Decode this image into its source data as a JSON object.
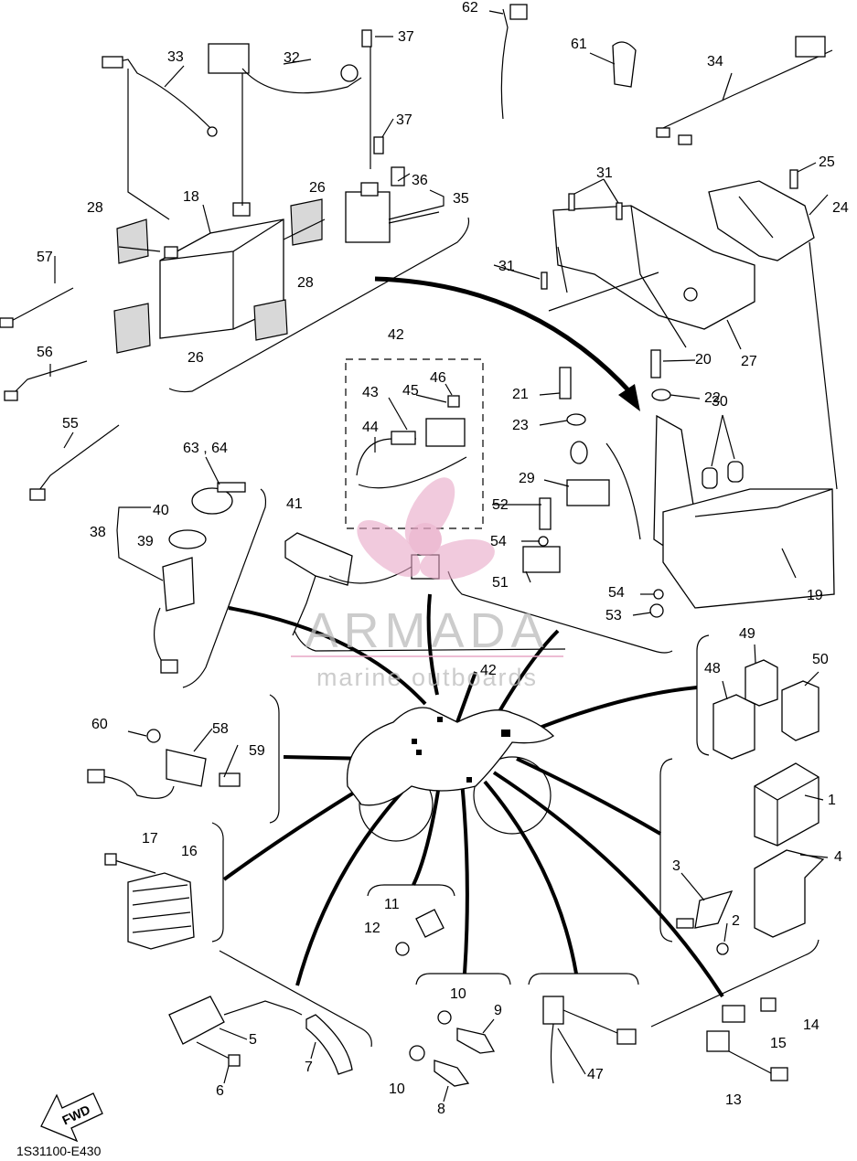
{
  "diagram_code": "1S31100-E430",
  "fwd_label": "FWD",
  "watermark": {
    "brand": "ARMADA",
    "tagline": "marine outboards",
    "accent_color": "#e7a6c5"
  },
  "callouts": [
    {
      "id": "c1",
      "label": "1"
    },
    {
      "id": "c2",
      "label": "2"
    },
    {
      "id": "c3",
      "label": "3"
    },
    {
      "id": "c4",
      "label": "4"
    },
    {
      "id": "c5",
      "label": "5"
    },
    {
      "id": "c6",
      "label": "6"
    },
    {
      "id": "c7",
      "label": "7"
    },
    {
      "id": "c8",
      "label": "8"
    },
    {
      "id": "c9",
      "label": "9"
    },
    {
      "id": "c10a",
      "label": "10"
    },
    {
      "id": "c10b",
      "label": "10"
    },
    {
      "id": "c11",
      "label": "11"
    },
    {
      "id": "c12",
      "label": "12"
    },
    {
      "id": "c13",
      "label": "13"
    },
    {
      "id": "c14",
      "label": "14"
    },
    {
      "id": "c15",
      "label": "15"
    },
    {
      "id": "c16",
      "label": "16"
    },
    {
      "id": "c17",
      "label": "17"
    },
    {
      "id": "c18",
      "label": "18"
    },
    {
      "id": "c19",
      "label": "19"
    },
    {
      "id": "c20",
      "label": "20"
    },
    {
      "id": "c21",
      "label": "21"
    },
    {
      "id": "c22",
      "label": "22"
    },
    {
      "id": "c23",
      "label": "23"
    },
    {
      "id": "c24",
      "label": "24"
    },
    {
      "id": "c25",
      "label": "25"
    },
    {
      "id": "c26a",
      "label": "26"
    },
    {
      "id": "c26b",
      "label": "26"
    },
    {
      "id": "c27",
      "label": "27"
    },
    {
      "id": "c28a",
      "label": "28"
    },
    {
      "id": "c28b",
      "label": "28"
    },
    {
      "id": "c29",
      "label": "29"
    },
    {
      "id": "c30",
      "label": "30"
    },
    {
      "id": "c31a",
      "label": "31"
    },
    {
      "id": "c31b",
      "label": "31"
    },
    {
      "id": "c32",
      "label": "32"
    },
    {
      "id": "c33",
      "label": "33"
    },
    {
      "id": "c34",
      "label": "34"
    },
    {
      "id": "c35",
      "label": "35"
    },
    {
      "id": "c36",
      "label": "36"
    },
    {
      "id": "c37a",
      "label": "37"
    },
    {
      "id": "c37b",
      "label": "37"
    },
    {
      "id": "c38",
      "label": "38"
    },
    {
      "id": "c39",
      "label": "39"
    },
    {
      "id": "c40",
      "label": "40"
    },
    {
      "id": "c41",
      "label": "41"
    },
    {
      "id": "c42a",
      "label": "42"
    },
    {
      "id": "c42b",
      "label": "42"
    },
    {
      "id": "c43",
      "label": "43"
    },
    {
      "id": "c44",
      "label": "44"
    },
    {
      "id": "c45",
      "label": "45"
    },
    {
      "id": "c46",
      "label": "46"
    },
    {
      "id": "c47",
      "label": "47"
    },
    {
      "id": "c48",
      "label": "48"
    },
    {
      "id": "c49",
      "label": "49"
    },
    {
      "id": "c50",
      "label": "50"
    },
    {
      "id": "c51",
      "label": "51"
    },
    {
      "id": "c52",
      "label": "52"
    },
    {
      "id": "c53",
      "label": "53"
    },
    {
      "id": "c54a",
      "label": "54"
    },
    {
      "id": "c54b",
      "label": "54"
    },
    {
      "id": "c55",
      "label": "55"
    },
    {
      "id": "c56",
      "label": "56"
    },
    {
      "id": "c57",
      "label": "57"
    },
    {
      "id": "c58",
      "label": "58"
    },
    {
      "id": "c59",
      "label": "59"
    },
    {
      "id": "c60",
      "label": "60"
    },
    {
      "id": "c61",
      "label": "61"
    },
    {
      "id": "c62",
      "label": "62"
    },
    {
      "id": "c6364",
      "label": "63 , 64"
    }
  ]
}
